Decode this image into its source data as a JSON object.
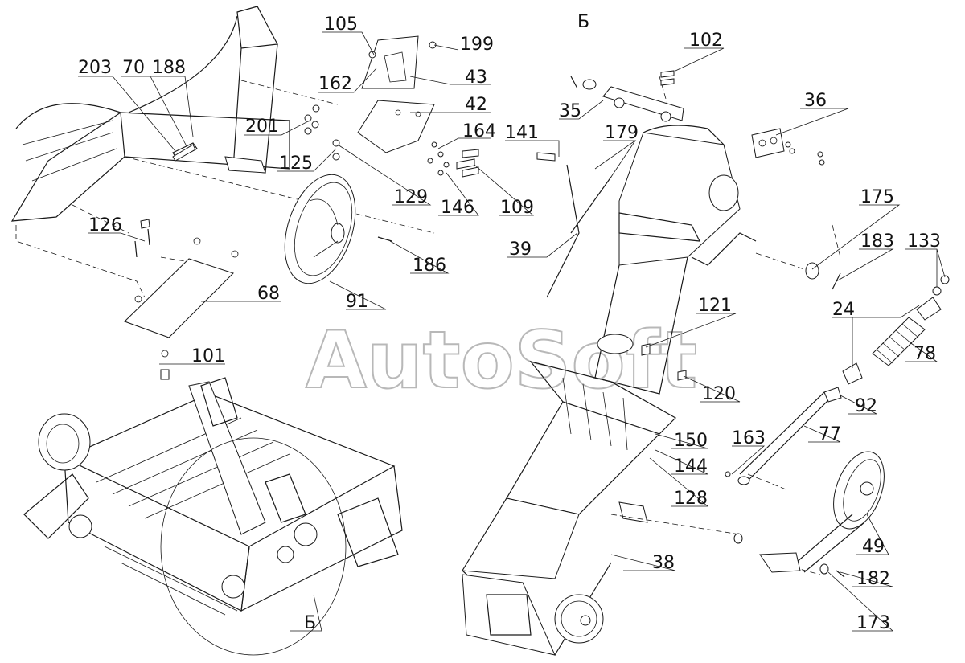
{
  "view_marker": "Б",
  "watermark": "AutoSoft",
  "callouts": [
    {
      "id": "c105",
      "text": "105"
    },
    {
      "id": "c199",
      "text": "199"
    },
    {
      "id": "c203",
      "text": "203"
    },
    {
      "id": "c70",
      "text": "70"
    },
    {
      "id": "c188",
      "text": "188"
    },
    {
      "id": "c162",
      "text": "162"
    },
    {
      "id": "c43",
      "text": "43"
    },
    {
      "id": "c42",
      "text": "42"
    },
    {
      "id": "c201",
      "text": "201"
    },
    {
      "id": "c164",
      "text": "164"
    },
    {
      "id": "c125",
      "text": "125"
    },
    {
      "id": "c129",
      "text": "129"
    },
    {
      "id": "c146",
      "text": "146"
    },
    {
      "id": "c109",
      "text": "109"
    },
    {
      "id": "c126",
      "text": "126"
    },
    {
      "id": "c186",
      "text": "186"
    },
    {
      "id": "c68",
      "text": "68"
    },
    {
      "id": "c91",
      "text": "91"
    },
    {
      "id": "c101",
      "text": "101"
    },
    {
      "id": "c102",
      "text": "102"
    },
    {
      "id": "c35",
      "text": "35"
    },
    {
      "id": "c36",
      "text": "36"
    },
    {
      "id": "c141",
      "text": "141"
    },
    {
      "id": "c179",
      "text": "179"
    },
    {
      "id": "c39",
      "text": "39"
    },
    {
      "id": "c175",
      "text": "175"
    },
    {
      "id": "c183",
      "text": "183"
    },
    {
      "id": "c133",
      "text": "133"
    },
    {
      "id": "c121",
      "text": "121"
    },
    {
      "id": "c24",
      "text": "24"
    },
    {
      "id": "c78",
      "text": "78"
    },
    {
      "id": "c120",
      "text": "120"
    },
    {
      "id": "c92",
      "text": "92"
    },
    {
      "id": "c77",
      "text": "77"
    },
    {
      "id": "c150",
      "text": "150"
    },
    {
      "id": "c163",
      "text": "163"
    },
    {
      "id": "c144",
      "text": "144"
    },
    {
      "id": "c128",
      "text": "128"
    },
    {
      "id": "c49",
      "text": "49"
    },
    {
      "id": "c38",
      "text": "38"
    },
    {
      "id": "c182",
      "text": "182"
    },
    {
      "id": "c173",
      "text": "173"
    },
    {
      "id": "cB2",
      "text": "Б"
    }
  ]
}
